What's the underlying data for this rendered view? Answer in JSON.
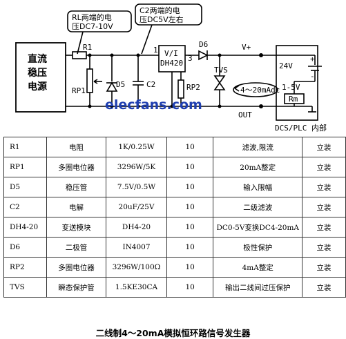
{
  "circuit": {
    "power_supply_label": [
      "直流",
      "稳压",
      "电源"
    ],
    "callout_rl": [
      "RL两端的电",
      "压DC7-10V"
    ],
    "callout_c2": [
      "C2两端的电",
      "压DC5V左右"
    ],
    "module_label": [
      "V/I",
      "DH420"
    ],
    "pin_1": "1",
    "pin_3": "3",
    "r1": "R1",
    "rp1": "RP1",
    "d5": "D5",
    "c2": "C2",
    "rp2": "RP2",
    "d6": "D6",
    "tvs": "TVS",
    "vplus": "V+",
    "out": "OUT",
    "current": "4～20mAdc",
    "v24": "24V",
    "v15": "1-5V",
    "rm": "Rm",
    "dcs": "DCS/PLC 内部",
    "plus": "+",
    "minus": "-",
    "watermark": "elecfans.com"
  },
  "table": {
    "rows": [
      [
        "R1",
        "电阻",
        "1K/0.25W",
        "10",
        "滤波,限流",
        "立装"
      ],
      [
        "RP1",
        "多圈电位器",
        "3296W/5K",
        "10",
        "20mA整定",
        "立装"
      ],
      [
        "D5",
        "稳压管",
        "7.5V/0.5W",
        "10",
        "输入限幅",
        "立装"
      ],
      [
        "C2",
        "电解",
        "20uF/25V",
        "10",
        "二级滤波",
        "立装"
      ],
      [
        "DH4-20",
        "变送模块",
        "DH4-20",
        "10",
        "DC0-5V变换DC4-20mA",
        "立装"
      ],
      [
        "D6",
        "二极管",
        "IN4007",
        "10",
        "极性保护",
        "立装"
      ],
      [
        "RP2",
        "多圈电位器",
        "3296W/100Ω",
        "10",
        "4mA整定",
        "立装"
      ],
      [
        "TVS",
        "瞬态保护管",
        "1.5KE30CA",
        "10",
        "输出二线间过压保护",
        "立装"
      ]
    ]
  },
  "caption": "二线制4～20mA模拟恒环路信号发生器"
}
